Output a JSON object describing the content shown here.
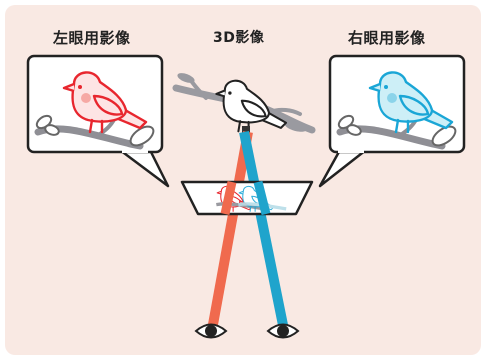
{
  "labels": {
    "left_eye_image": "左眼用影像",
    "center_3d_image": "3D影像",
    "right_eye_image": "右眼用影像"
  },
  "colors": {
    "background": "#f9e9e3",
    "left_eye": "#f06a4e",
    "right_eye": "#1fa4cc",
    "left_bird": "#e8262e",
    "right_bird": "#1aa6d6",
    "branch": "#9a9aa0"
  },
  "icons": {
    "left_eye_icon": "eye-icon",
    "right_eye_icon": "eye-icon",
    "bird": "bird-icon",
    "screen": "projection-screen"
  }
}
